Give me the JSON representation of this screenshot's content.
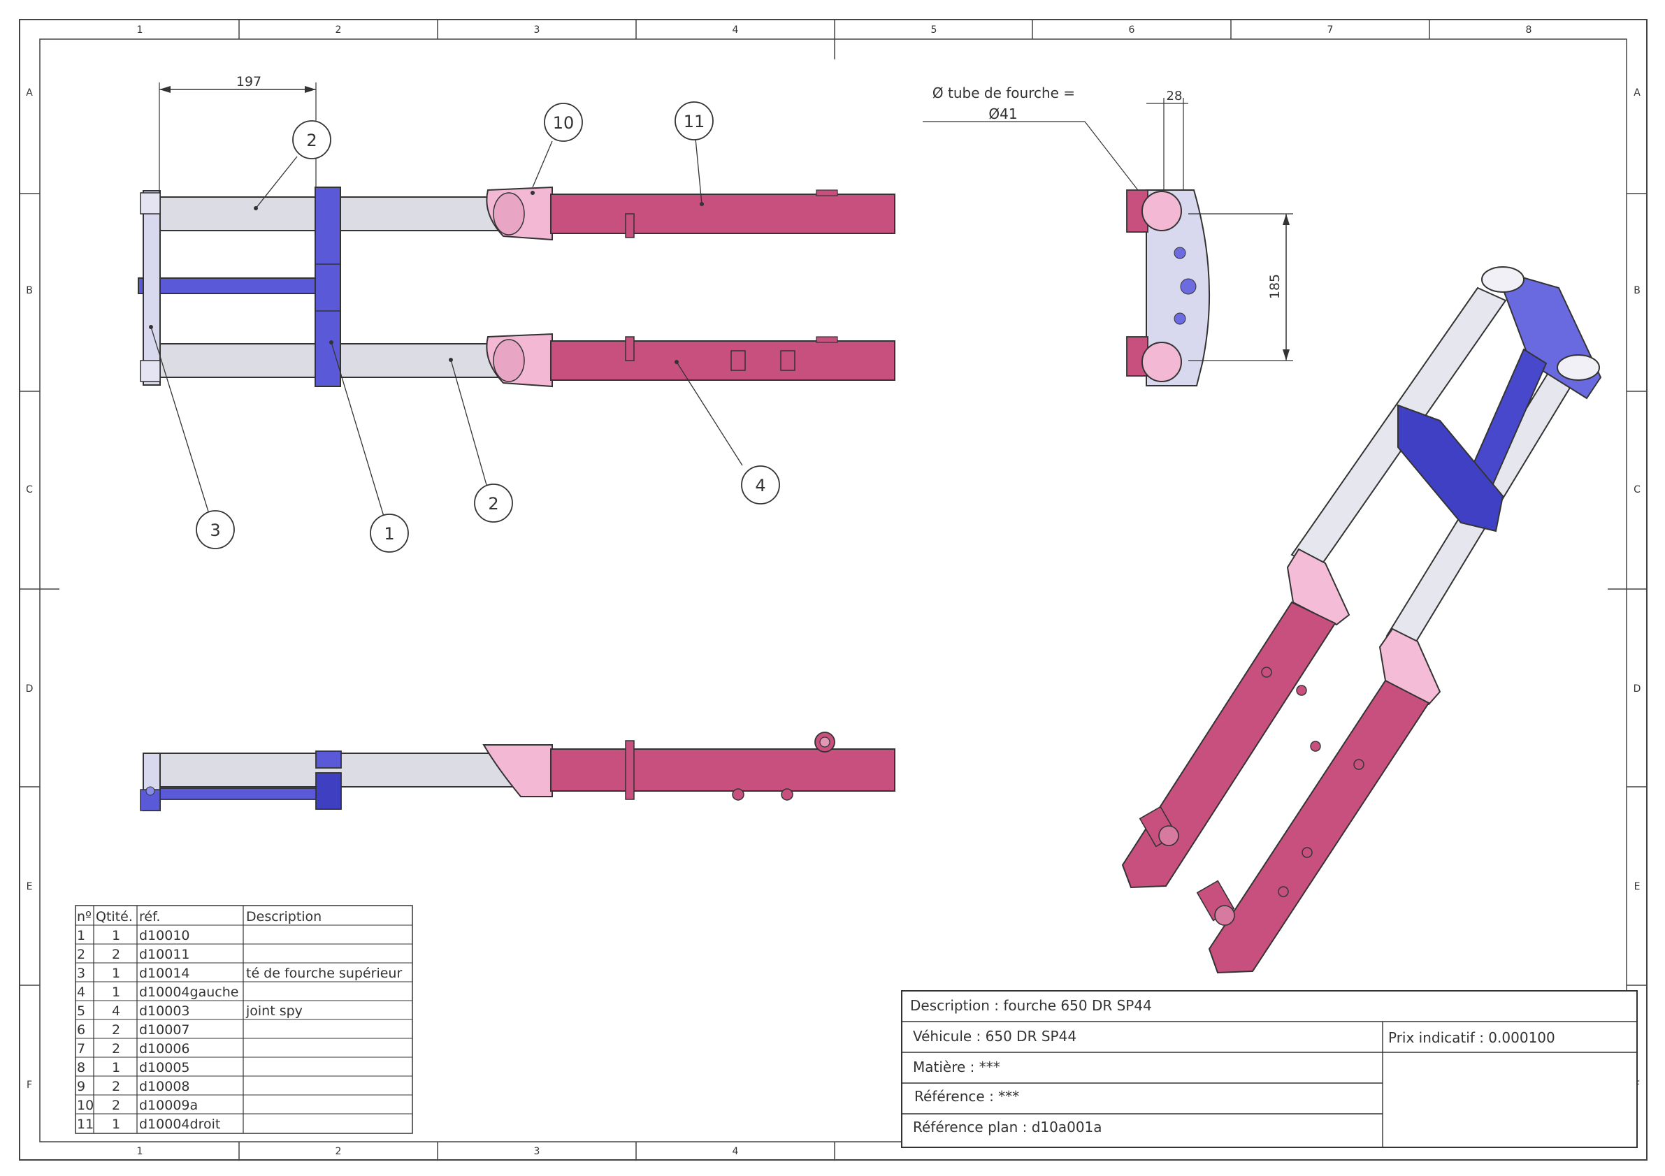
{
  "zones": {
    "columns": [
      "1",
      "2",
      "3",
      "4",
      "5",
      "6",
      "7",
      "8"
    ],
    "rows": [
      "A",
      "B",
      "C",
      "D",
      "E",
      "F"
    ]
  },
  "dimensions": {
    "overall_width": "197",
    "tube_spacing_top": "28",
    "axle_spacing": "185",
    "tube_diameter_label": "Ø tube de fourche =",
    "tube_diameter_value": "Ø41"
  },
  "balloons": {
    "top_tube_upper": "2",
    "dust_seal": "10",
    "slider_upper": "11",
    "bottom_clamp": "3",
    "top_clamp": "1",
    "top_tube_lower": "2",
    "slider_lower": "4"
  },
  "bom": {
    "headers": [
      "nº",
      "Qtité.",
      "réf.",
      "Description"
    ],
    "rows": [
      [
        "1",
        "1",
        "d10010",
        ""
      ],
      [
        "2",
        "2",
        "d10011",
        ""
      ],
      [
        "3",
        "1",
        "d10014",
        "té de fourche supérieur"
      ],
      [
        "4",
        "1",
        "d10004gauche",
        ""
      ],
      [
        "5",
        "4",
        "d10003",
        "joint spy"
      ],
      [
        "6",
        "2",
        "d10007",
        ""
      ],
      [
        "7",
        "2",
        "d10006",
        ""
      ],
      [
        "8",
        "1",
        "d10005",
        ""
      ],
      [
        "9",
        "2",
        "d10008",
        ""
      ],
      [
        "10",
        "2",
        "d10009a",
        ""
      ],
      [
        "11",
        "1",
        "d10004droit",
        ""
      ]
    ]
  },
  "title_block": {
    "description": "Description : fourche 650 DR SP44",
    "vehicle": "Véhicule :  650 DR SP44",
    "price": "Prix indicatif : 0.000100",
    "material": "Matière : ***",
    "reference": "Référence  : ***",
    "drawing_ref": "Référence plan : d10a001a"
  },
  "colors": {
    "tube": "#dcdce4",
    "clamp": "#5a5ad8",
    "slider": "#c8507e",
    "seal": "#f2b8d4",
    "border": "#444444"
  }
}
